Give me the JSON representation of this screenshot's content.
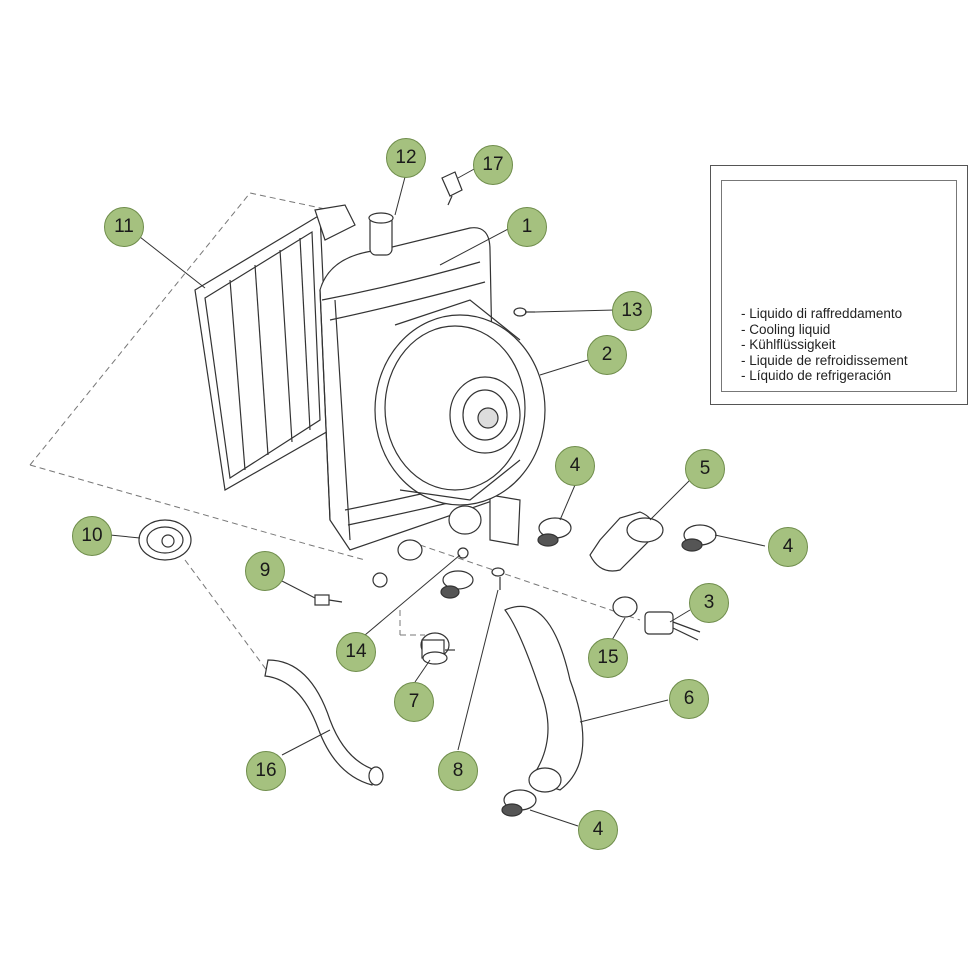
{
  "callouts": [
    {
      "label": "1"
    },
    {
      "label": "2"
    },
    {
      "label": "3"
    },
    {
      "label": "4"
    },
    {
      "label": "4"
    },
    {
      "label": "4"
    },
    {
      "label": "5"
    },
    {
      "label": "6"
    },
    {
      "label": "7"
    },
    {
      "label": "8"
    },
    {
      "label": "9"
    },
    {
      "label": "10"
    },
    {
      "label": "11"
    },
    {
      "label": "12"
    },
    {
      "label": "13"
    },
    {
      "label": "14"
    },
    {
      "label": "15"
    },
    {
      "label": "16"
    },
    {
      "label": "17"
    }
  ],
  "legend": {
    "icon": "coolant-container-icon",
    "lines": [
      "- Liquido di raffreddamento",
      "- Cooling liquid",
      "- Kühlflüssigkeit",
      "- Liquide de refroidissement",
      "- Líquido de refrigeración"
    ]
  },
  "colors": {
    "callout_fill": "#a5c17f",
    "callout_border": "#6f8d4b",
    "line": "#333333"
  }
}
